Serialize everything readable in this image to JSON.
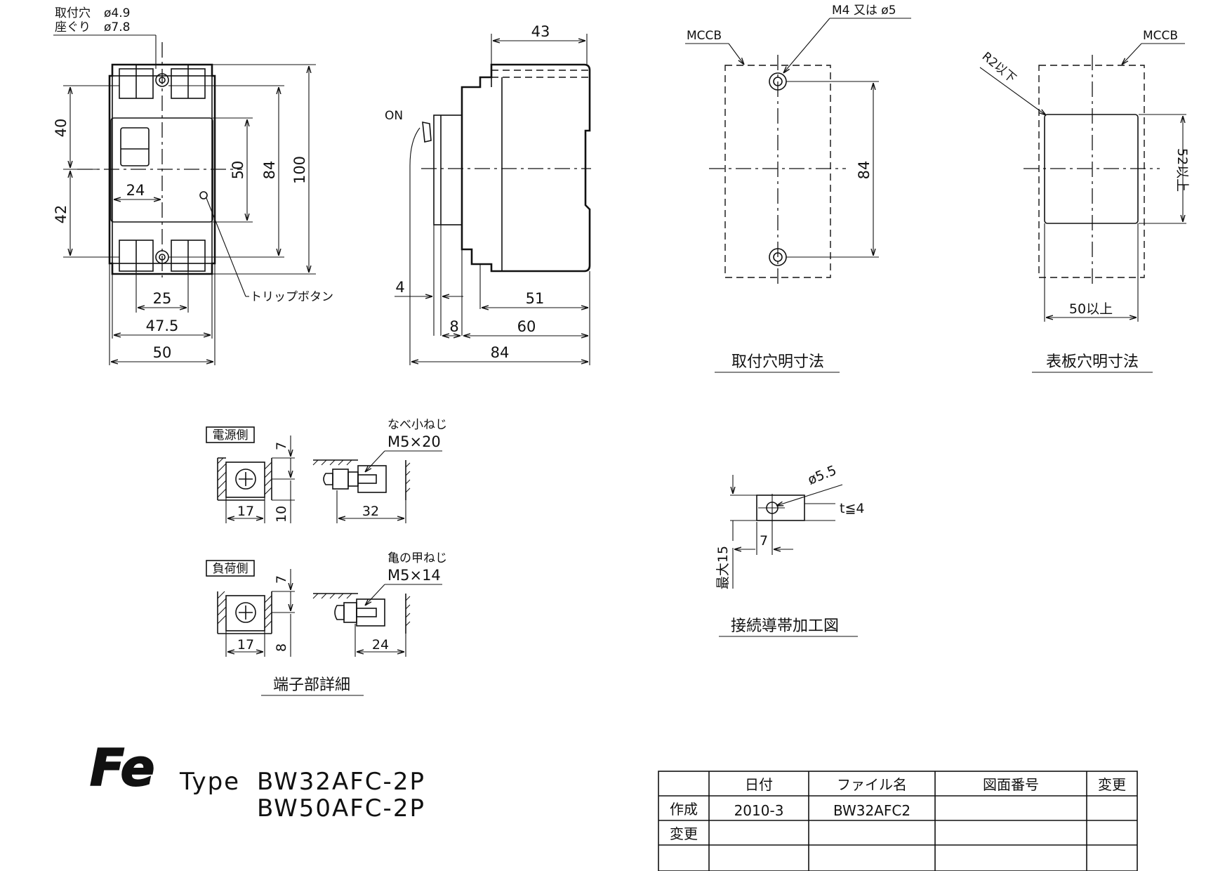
{
  "mount_hole": {
    "hole_label": "取付穴",
    "hole_dia": "ø4.9",
    "counterbore_label": "座ぐり",
    "counterbore_dia": "ø7.8"
  },
  "front_view": {
    "dims": {
      "upper_40": "40",
      "lower_42": "42",
      "height_50": "50",
      "pitch_84": "84",
      "total_100": "100",
      "width_24": "24",
      "pitch_25": "25",
      "width_47_5": "47.5",
      "width_50": "50"
    },
    "trip_button_label": "トリップボタン"
  },
  "side_view": {
    "on_label": "ON",
    "dims": {
      "top_43": "43",
      "d_4": "4",
      "d_8": "8",
      "d_51": "51",
      "d_60": "60",
      "depth_84": "84"
    }
  },
  "mounting_holes_view": {
    "mccb_label": "MCCB",
    "screw_label": "M4 又は ø5",
    "pitch": "84",
    "caption": "取付穴明寸法"
  },
  "panel_cutout_view": {
    "mccb_label": "MCCB",
    "radius_label": "R2以下",
    "height_label": "52以上",
    "width_label": "50以上",
    "caption": "表板穴明寸法"
  },
  "terminal_detail": {
    "supply_side": {
      "label": "電源側",
      "screw_type": "なべ小ねじ",
      "screw_size": "M5×20",
      "dims": {
        "d7": "7",
        "d10": "10",
        "d17": "17",
        "d32": "32"
      }
    },
    "load_side": {
      "label": "負荷側",
      "screw_type": "亀の甲ねじ",
      "screw_size": "M5×14",
      "dims": {
        "d7": "7",
        "d8": "8",
        "d17": "17",
        "d24": "24"
      }
    },
    "caption": "端子部詳細"
  },
  "busbar_detail": {
    "hole_dia": "ø5.5",
    "thickness": "t≦4",
    "offset": "7",
    "max_width": "最大15",
    "caption": "接続導帯加工図"
  },
  "brand": {
    "logo_text": "Fe",
    "type_label": "Type",
    "model_1": "BW32AFC-2P",
    "model_2": "BW50AFC-2P"
  },
  "title_block": {
    "headers": [
      "",
      "日付",
      "ファイル名",
      "図面番号",
      "変更"
    ],
    "rows": [
      [
        "作成",
        "2010-3",
        "BW32AFC2",
        "",
        ""
      ],
      [
        "変更",
        "",
        "",
        "",
        ""
      ],
      [
        "",
        "",
        "",
        "",
        ""
      ]
    ]
  }
}
